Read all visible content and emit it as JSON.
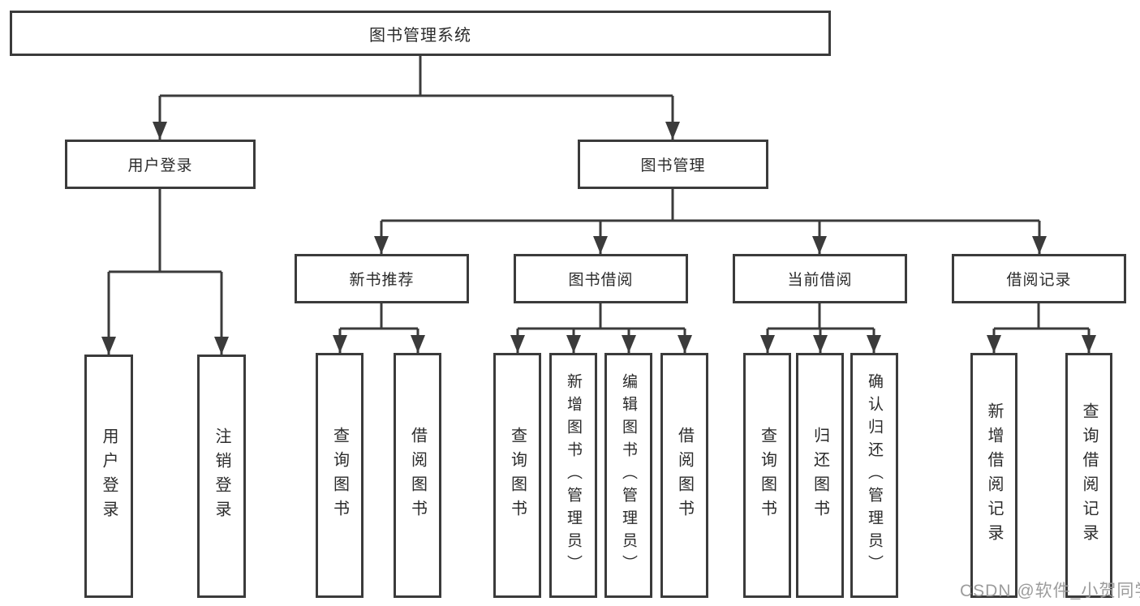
{
  "title": "图书管理系统",
  "tree": {
    "root": {
      "label": "图书管理系统"
    },
    "branches": [
      {
        "label": "用户登录",
        "leaves": [
          {
            "label": "用户登录"
          },
          {
            "label": "注销登录"
          }
        ]
      },
      {
        "label": "图书管理",
        "groups": [
          {
            "label": "新书推荐",
            "leaves": [
              {
                "label": "查询图书"
              },
              {
                "label": "借阅图书"
              }
            ]
          },
          {
            "label": "图书借阅",
            "leaves": [
              {
                "label": "查询图书"
              },
              {
                "label": "新增图书（管理员）"
              },
              {
                "label": "编辑图书（管理员）"
              },
              {
                "label": "借阅图书"
              }
            ]
          },
          {
            "label": "当前借阅",
            "leaves": [
              {
                "label": "查询图书"
              },
              {
                "label": "归还图书"
              },
              {
                "label": "确认归还（管理员）"
              }
            ]
          },
          {
            "label": "借阅记录",
            "leaves": [
              {
                "label": "新增借阅记录"
              },
              {
                "label": "查询借阅记录"
              }
            ]
          }
        ]
      }
    ]
  },
  "watermark": {
    "text": "CSDN @软件_小贺同学"
  },
  "colors": {
    "line": "#3b3b3b",
    "border": "#3b3b3b",
    "background": "#ffffff",
    "text": "#2b2b2b",
    "watermark": "#9c9c9c"
  }
}
